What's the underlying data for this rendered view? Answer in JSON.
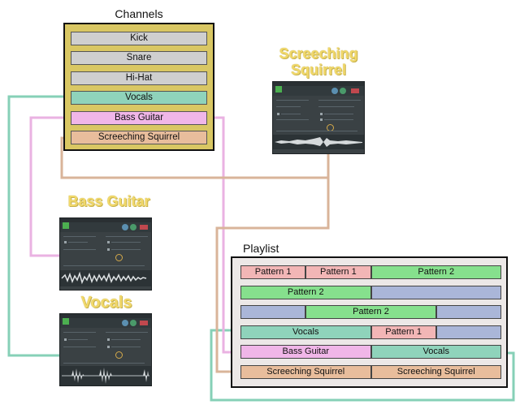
{
  "colors": {
    "channels_bg": "#d9c763",
    "kick": "#cfcfcf",
    "snare": "#cfcfcf",
    "hihat": "#cfcfcf",
    "vocals": "#8fd3bb",
    "bass_guitar": "#f0b6e8",
    "screeching_squirrel": "#e8bd9c",
    "pattern1": "#f2b6b6",
    "pattern2": "#86e08d",
    "empty": "#aab6d8",
    "wire_vocals": "#86d0b7",
    "wire_bass": "#eab2e2",
    "wire_squirrel": "#d9b49a"
  },
  "channels": {
    "title": "Channels",
    "items": [
      {
        "label": "Kick",
        "color": "#cfcfcf"
      },
      {
        "label": "Snare",
        "color": "#cfcfcf"
      },
      {
        "label": "Hi-Hat",
        "color": "#cfcfcf"
      },
      {
        "label": "Vocals",
        "color": "#8fd3bb"
      },
      {
        "label": "Bass Guitar",
        "color": "#f0b6e8"
      },
      {
        "label": "Screeching Squirrel",
        "color": "#e8bd9c"
      }
    ]
  },
  "plugins": {
    "squirrel_title_line1": "Screeching",
    "squirrel_title_line2": "Squirrel",
    "bass_title": "Bass Guitar",
    "vocals_title": "Vocals"
  },
  "playlist": {
    "title": "Playlist",
    "tracks": [
      [
        {
          "label": "Pattern 1",
          "color": "#f2b6b6",
          "span": 2
        },
        {
          "label": "Pattern 1",
          "color": "#f2b6b6",
          "span": 2
        },
        {
          "label": "Pattern 2",
          "color": "#86e08d",
          "span": 4
        }
      ],
      [
        {
          "label": "Pattern 2",
          "color": "#86e08d",
          "span": 4
        },
        {
          "label": "",
          "color": "#aab6d8",
          "span": 4
        }
      ],
      [
        {
          "label": "",
          "color": "#aab6d8",
          "span": 2
        },
        {
          "label": "Pattern 2",
          "color": "#86e08d",
          "span": 4
        },
        {
          "label": "",
          "color": "#aab6d8",
          "span": 2
        }
      ],
      [
        {
          "label": "Vocals",
          "color": "#8fd3bb",
          "span": 4
        },
        {
          "label": "Pattern 1",
          "color": "#f2b6b6",
          "span": 2
        },
        {
          "label": "",
          "color": "#aab6d8",
          "span": 2
        }
      ],
      [
        {
          "label": "Bass Guitar",
          "color": "#f0b6e8",
          "span": 4
        },
        {
          "label": "Vocals",
          "color": "#8fd3bb",
          "span": 4
        }
      ],
      [
        {
          "label": "Screeching Squirrel",
          "color": "#e8bd9c",
          "span": 4
        },
        {
          "label": "Screeching Squirrel",
          "color": "#e8bd9c",
          "span": 4
        }
      ]
    ]
  }
}
